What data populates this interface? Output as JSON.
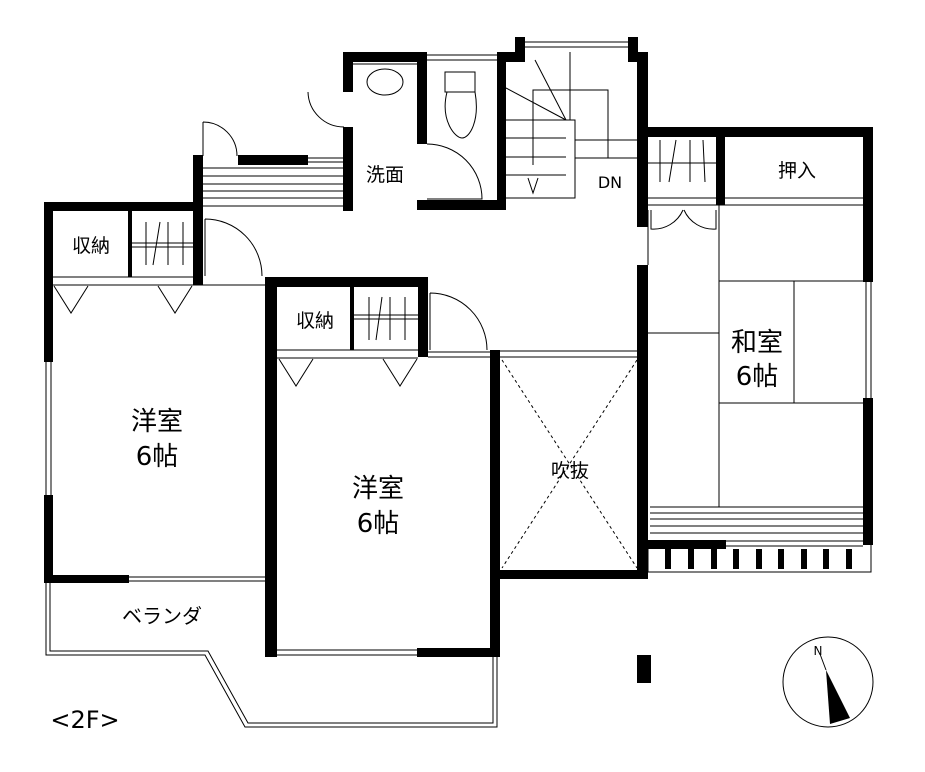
{
  "floor_label": "<2F>",
  "rooms": {
    "western_room_left": {
      "name": "洋室",
      "size": "6帖"
    },
    "western_room_center": {
      "name": "洋室",
      "size": "6帖"
    },
    "japanese_room": {
      "name": "和室",
      "size": "6帖"
    },
    "storage_left": "収納",
    "storage_center": "収納",
    "oshiire": "押入",
    "washroom": "洗面",
    "atrium": "吹抜",
    "veranda": "ベランダ",
    "stairs_direction": "DN"
  },
  "compass": {
    "label": "N"
  }
}
